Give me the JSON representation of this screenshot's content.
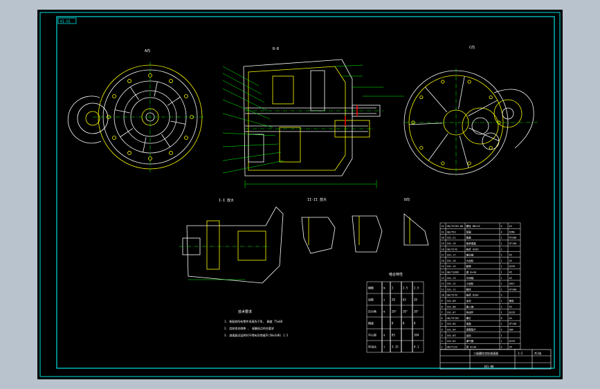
{
  "drawing": {
    "frame_tag": "01-01",
    "views": {
      "left_view_label": "A向",
      "section_label": "B-B",
      "right_view_label": "C向",
      "detail_ii": "I-I 放大",
      "detail_ii_2": "II-II 放大",
      "partial_view": "D向"
    },
    "notes": {
      "title": "技术要求",
      "lines": [
        "1. 装配前所有零件须清洗干净，  精度 75±60",
        "2. 齿轮啮合侧隙 ，  接触斑点符合要求",
        "3. 减速器试运转时不得有异常噪声(50±5dB) 1.5"
      ]
    },
    "gear_table": {
      "title": "啮合特性",
      "rows": [
        [
          "模数",
          "m",
          "2",
          "2.5",
          "2.5"
        ],
        [
          "齿数",
          "z",
          "20",
          "63",
          "20"
        ],
        [
          "压力角",
          "α",
          "20°",
          "20°",
          "20°"
        ],
        [
          "精度",
          "",
          "8",
          "8",
          "8"
        ],
        [
          "中心距",
          "a",
          "83",
          "",
          "104"
        ],
        [
          "传动比",
          "i",
          "3.15",
          "",
          "4.1"
        ]
      ]
    },
    "bom": {
      "rows": [
        [
          "22",
          "GB/T5783-86",
          "螺栓 M8×25",
          "4",
          "A3"
        ],
        [
          "21",
          "GB/T93",
          "垫圈",
          "4",
          "65Mn"
        ],
        [
          "20",
          "101.21",
          "箱盖",
          "1",
          "HT200"
        ],
        [
          "19",
          "101.19",
          "轴承端盖",
          "1",
          "HT150"
        ],
        [
          "18",
          "GB/T276",
          "轴承 6205",
          "2",
          ""
        ],
        [
          "17",
          "101.17",
          "输出轴",
          "1",
          "45"
        ],
        [
          "16",
          "101.16",
          "大齿轮",
          "1",
          "45"
        ],
        [
          "15",
          "101.15",
          "套筒",
          "1",
          "Q235"
        ],
        [
          "14",
          "GB/T1096",
          "键 8×40",
          "1",
          "45"
        ],
        [
          "13",
          "101.13",
          "中间轴",
          "1",
          "45"
        ],
        [
          "12",
          "101.12",
          "小齿轮",
          "1",
          "40Cr"
        ],
        [
          "11",
          "101.11",
          "箱体",
          "1",
          "HT200"
        ],
        [
          "10",
          "GB/T276",
          "轴承 6204",
          "2",
          ""
        ],
        [
          "9",
          "101.09",
          "油封",
          "1",
          "橡胶"
        ],
        [
          "8",
          "101.08",
          "输入轴",
          "1",
          "45"
        ],
        [
          "7",
          "101.07",
          "挡油环",
          "2",
          "Q235"
        ],
        [
          "6",
          "GB/T5783",
          "螺钉",
          "6",
          "A3"
        ],
        [
          "5",
          "101.05",
          "端盖",
          "1",
          "HT150"
        ],
        [
          "4",
          "101.04",
          "调整垫片",
          "2",
          "08F"
        ],
        [
          "3",
          "101.03",
          "油标",
          "1",
          ""
        ],
        [
          "2",
          "101.02",
          "通气器",
          "1",
          "Q235"
        ],
        [
          "1",
          "GB/T119",
          "销 8×30",
          "2",
          "35"
        ]
      ]
    },
    "title_block": {
      "name": "二级圆柱齿轮减速器",
      "drawing_no": "101-00",
      "scale": "1:2",
      "sheet": "共1张"
    },
    "colors": {
      "background": "#000000",
      "outer_bg": "#b8c3cd",
      "frame": "#00e0e0",
      "outline": "#ffffff",
      "gear": "#ffff00",
      "text": "#00ff00",
      "dim": "#00ff00",
      "hidden": "#ff0000"
    }
  }
}
